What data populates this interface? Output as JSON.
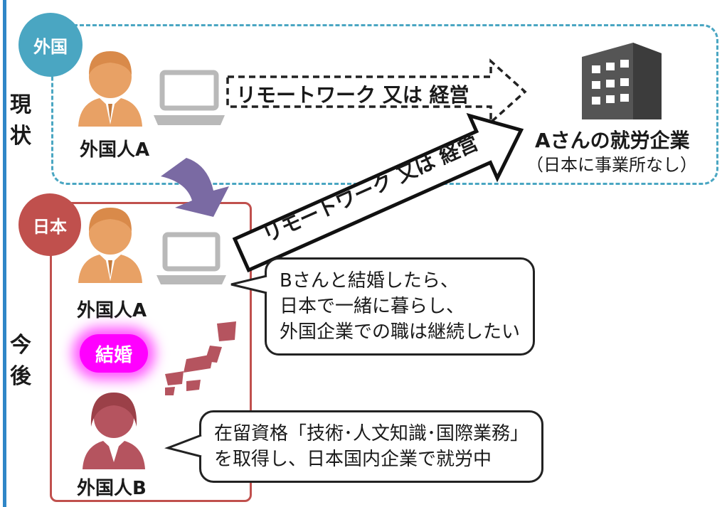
{
  "sections": {
    "overseas_badge": "外国",
    "japan_badge": "日本",
    "current_label_1": "現",
    "current_label_2": "状",
    "future_label_1": "今",
    "future_label_2": "後"
  },
  "people": {
    "person_a_top": "外国人A",
    "person_a_bottom": "外国人A",
    "person_b": "外国人B"
  },
  "arrows": {
    "top_arrow_text": "リモートワーク 又は 経営",
    "diag_arrow_text": "リモートワーク 又は 経営"
  },
  "company": {
    "title": "Aさんの就労企業",
    "note": "（日本に事業所なし）"
  },
  "marriage_label": "結婚",
  "bubbles": {
    "a_line1": "Bさんと結婚したら、",
    "a_line2": "日本で一緒に暮らし、",
    "a_line3": "外国企業での職は継続したい",
    "b_line1": "在留資格「技術･人文知識･国際業務」",
    "b_line2": "を取得し、日本国内企業で就労中"
  },
  "colors": {
    "overseas": "#4aa6c2",
    "japan": "#c0504d",
    "person_orange": "#e8a165",
    "person_red": "#b5545f",
    "laptop": "#b9b9b9",
    "building": "#555555",
    "curved_arrow": "#7a6aa3",
    "marriage_glow": "#ff00ff"
  }
}
